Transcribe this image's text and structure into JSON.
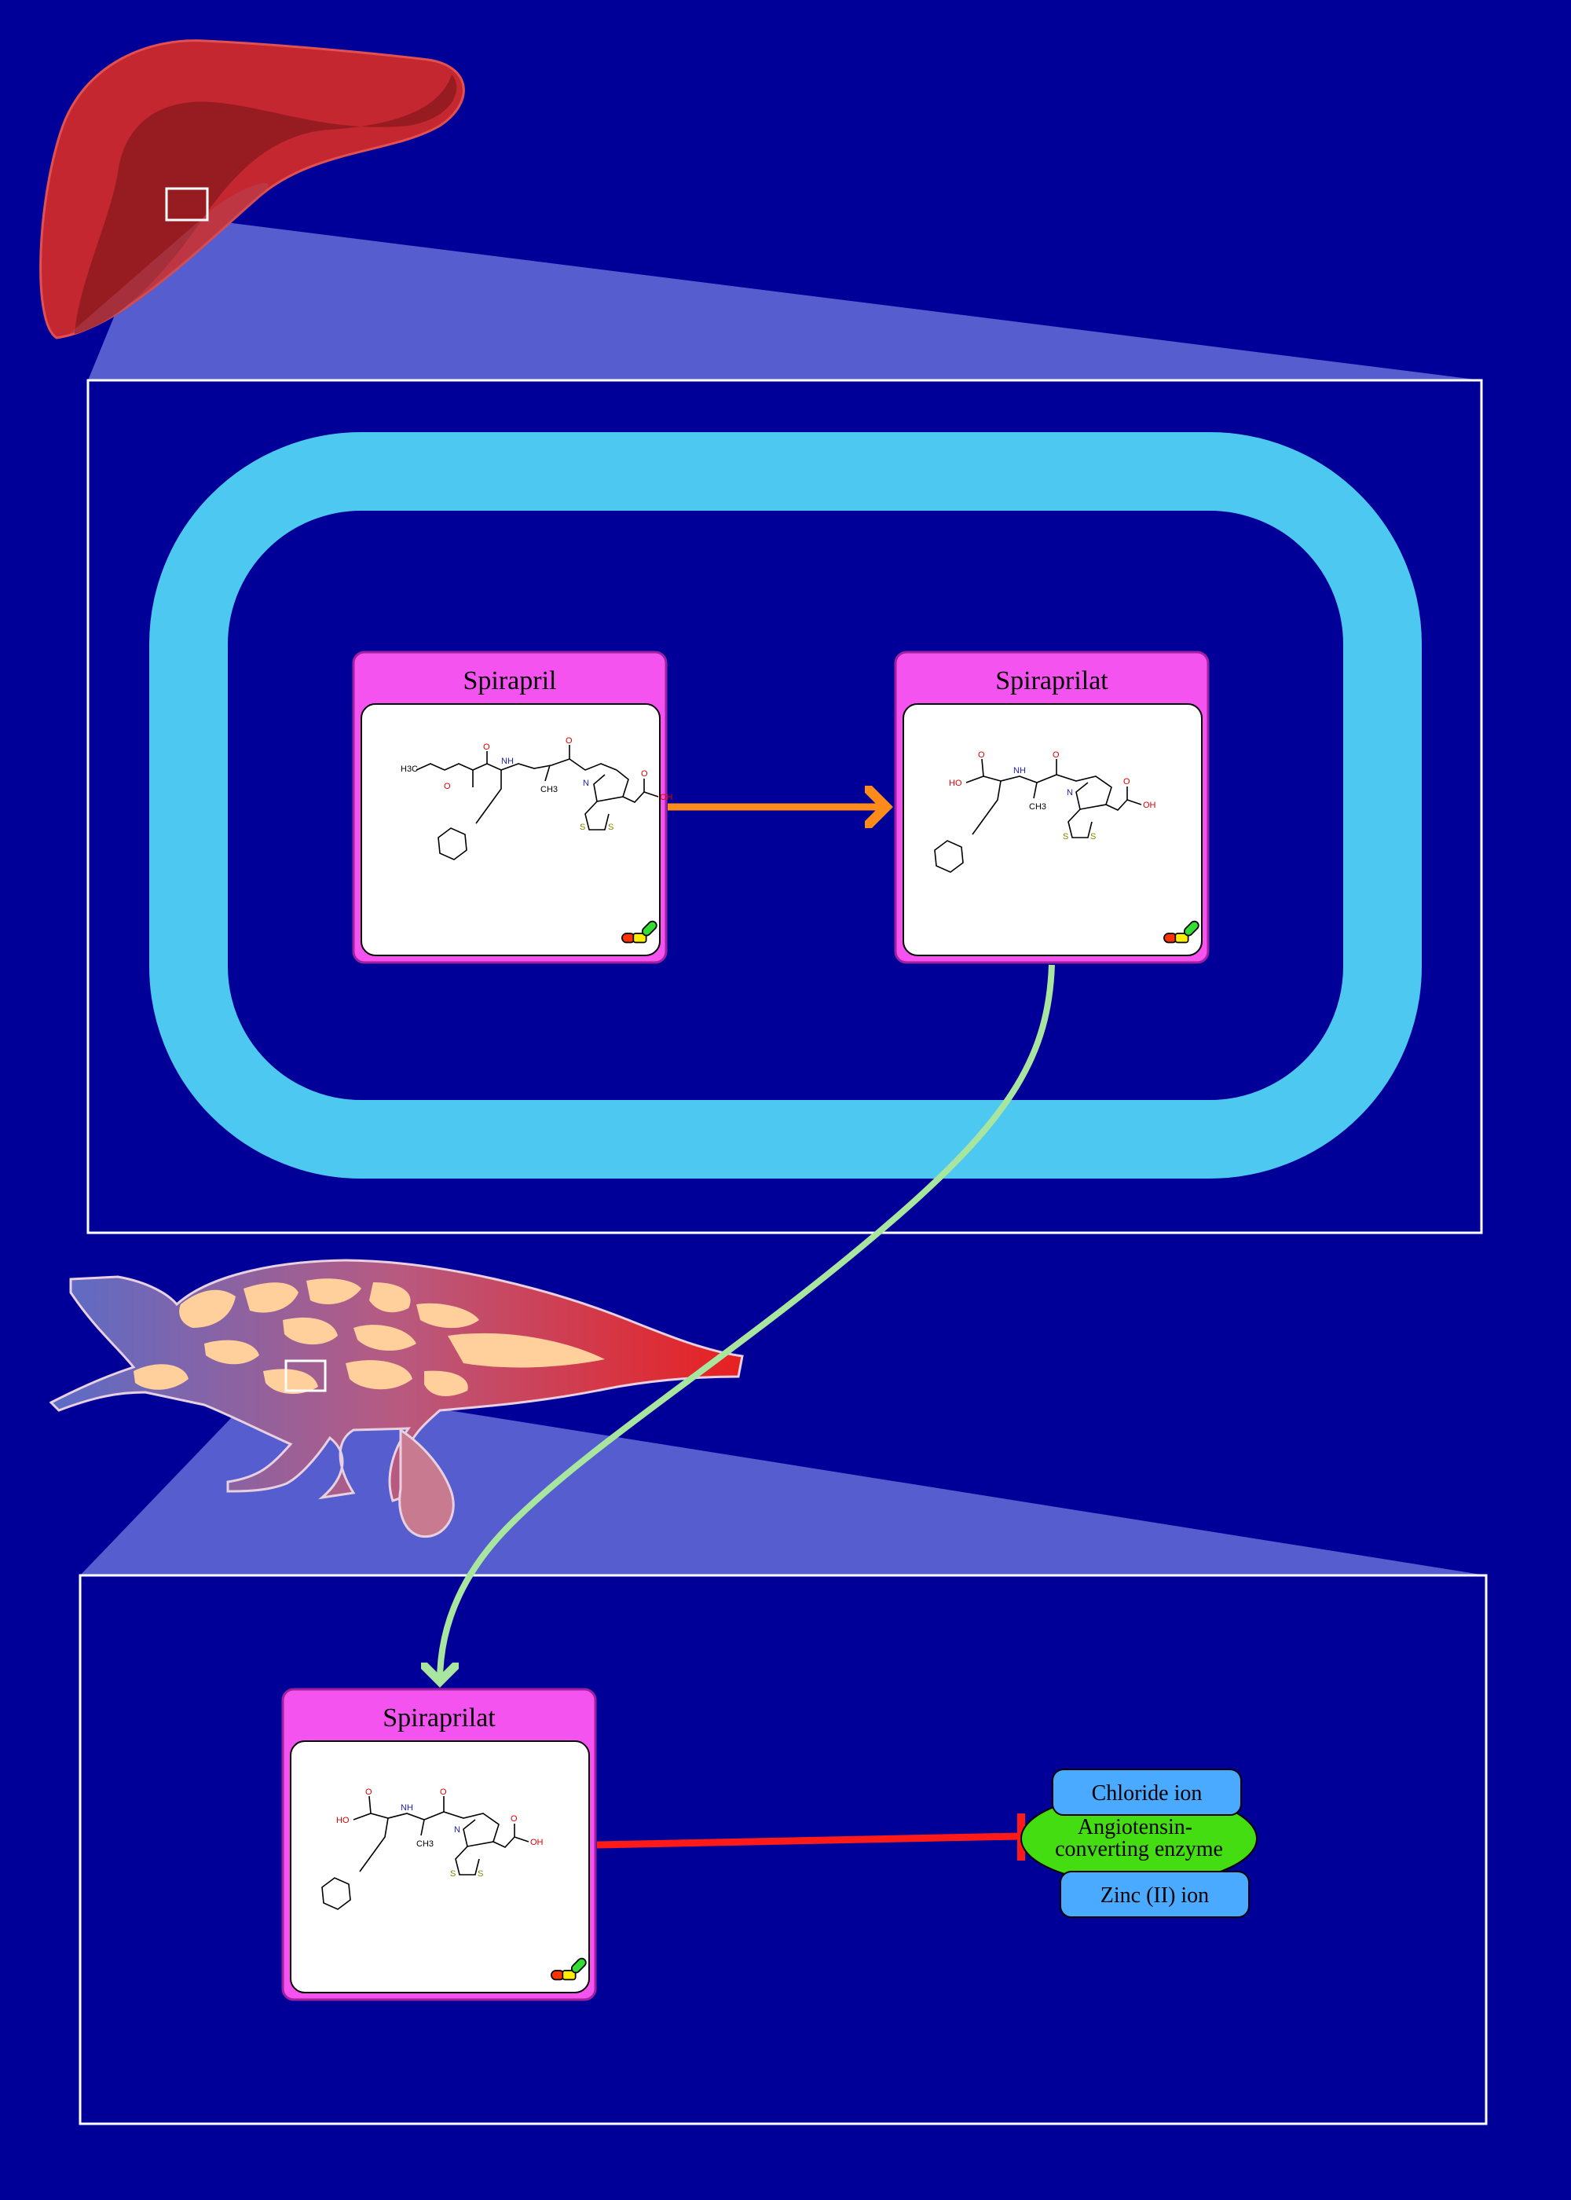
{
  "top_panel": {
    "drug": {
      "label": "Spirapril"
    },
    "metabolite": {
      "label": "Spiraprilat"
    }
  },
  "bottom_panel": {
    "drug": {
      "label": "Spiraprilat"
    },
    "target": {
      "enzyme_label_line1": "Angiotensin-",
      "enzyme_label_line2": "converting enzyme",
      "cofactor_1": "Chloride ion",
      "cofactor_2": "Zinc (II) ion"
    }
  },
  "structures": {
    "spirapril": {
      "atoms": [
        "H3C",
        "O",
        "O",
        "NH",
        "O",
        "N",
        "O",
        "OH",
        "S",
        "S",
        "CH3"
      ]
    },
    "spiraprilat": {
      "atoms": [
        "HO",
        "O",
        "NH",
        "O",
        "N",
        "O",
        "OH",
        "S",
        "S",
        "CH3"
      ]
    }
  },
  "colors": {
    "background": "#000099",
    "liver": "#c4272f",
    "membrane": "#4dc8f0",
    "drug_card": "#f553f0",
    "conversion_arrow": "#ff8c1a",
    "transport_arrow": "#a8e6a0",
    "inhibition": "#ff1a1a",
    "enzyme": "#44dd11",
    "ion": "#4aaaff",
    "zoom_region": "#5a62d2"
  },
  "icons": [
    "liver-icon",
    "blood-vessel-icon",
    "drug-pill-icon"
  ]
}
